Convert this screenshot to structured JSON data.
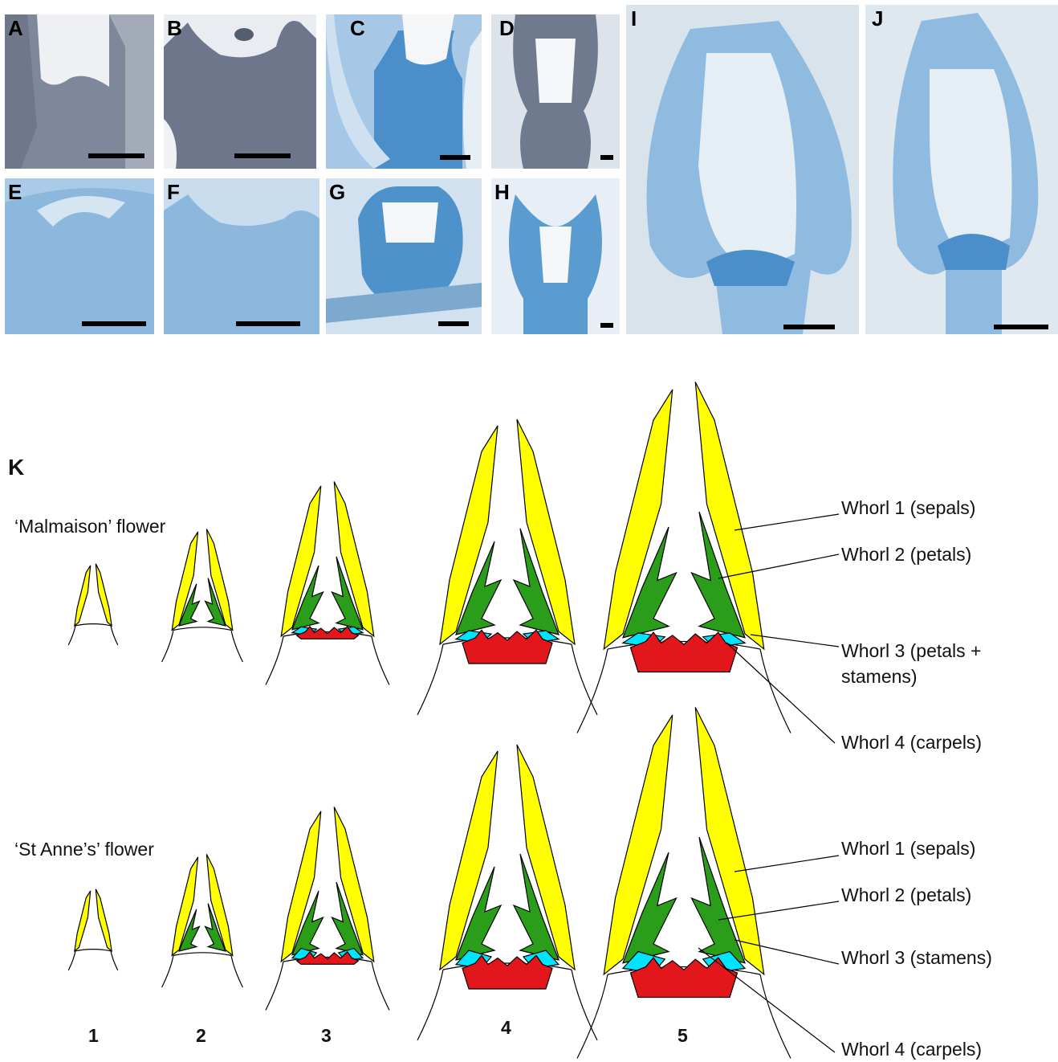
{
  "panel_labels": [
    "A",
    "B",
    "C",
    "D",
    "E",
    "F",
    "G",
    "H",
    "I",
    "J"
  ],
  "k_label": "K",
  "rows": [
    {
      "title": "‘Malmaison’ flower",
      "callouts": [
        "Whorl 1 (sepals)",
        "Whorl 2 (petals)",
        "Whorl 3 (petals +\nstamens)",
        "Whorl 4 (carpels)"
      ]
    },
    {
      "title": "‘St Anne’s’ flower",
      "callouts": [
        "Whorl 1 (sepals)",
        "Whorl 2 (petals)",
        "Whorl 3 (stamens)",
        "Whorl 4 (carpels)"
      ]
    }
  ],
  "stages": [
    "1",
    "2",
    "3",
    "4",
    "5"
  ],
  "colors": {
    "sepal": "#ffff00",
    "petal": "#2a9d1a",
    "stamen": "#00e5ff",
    "carpel": "#e3171b",
    "micrograph_grey": "#8a93a6",
    "micrograph_blue": "#9ec4e4",
    "stain_blue": "#4a8fc9"
  }
}
